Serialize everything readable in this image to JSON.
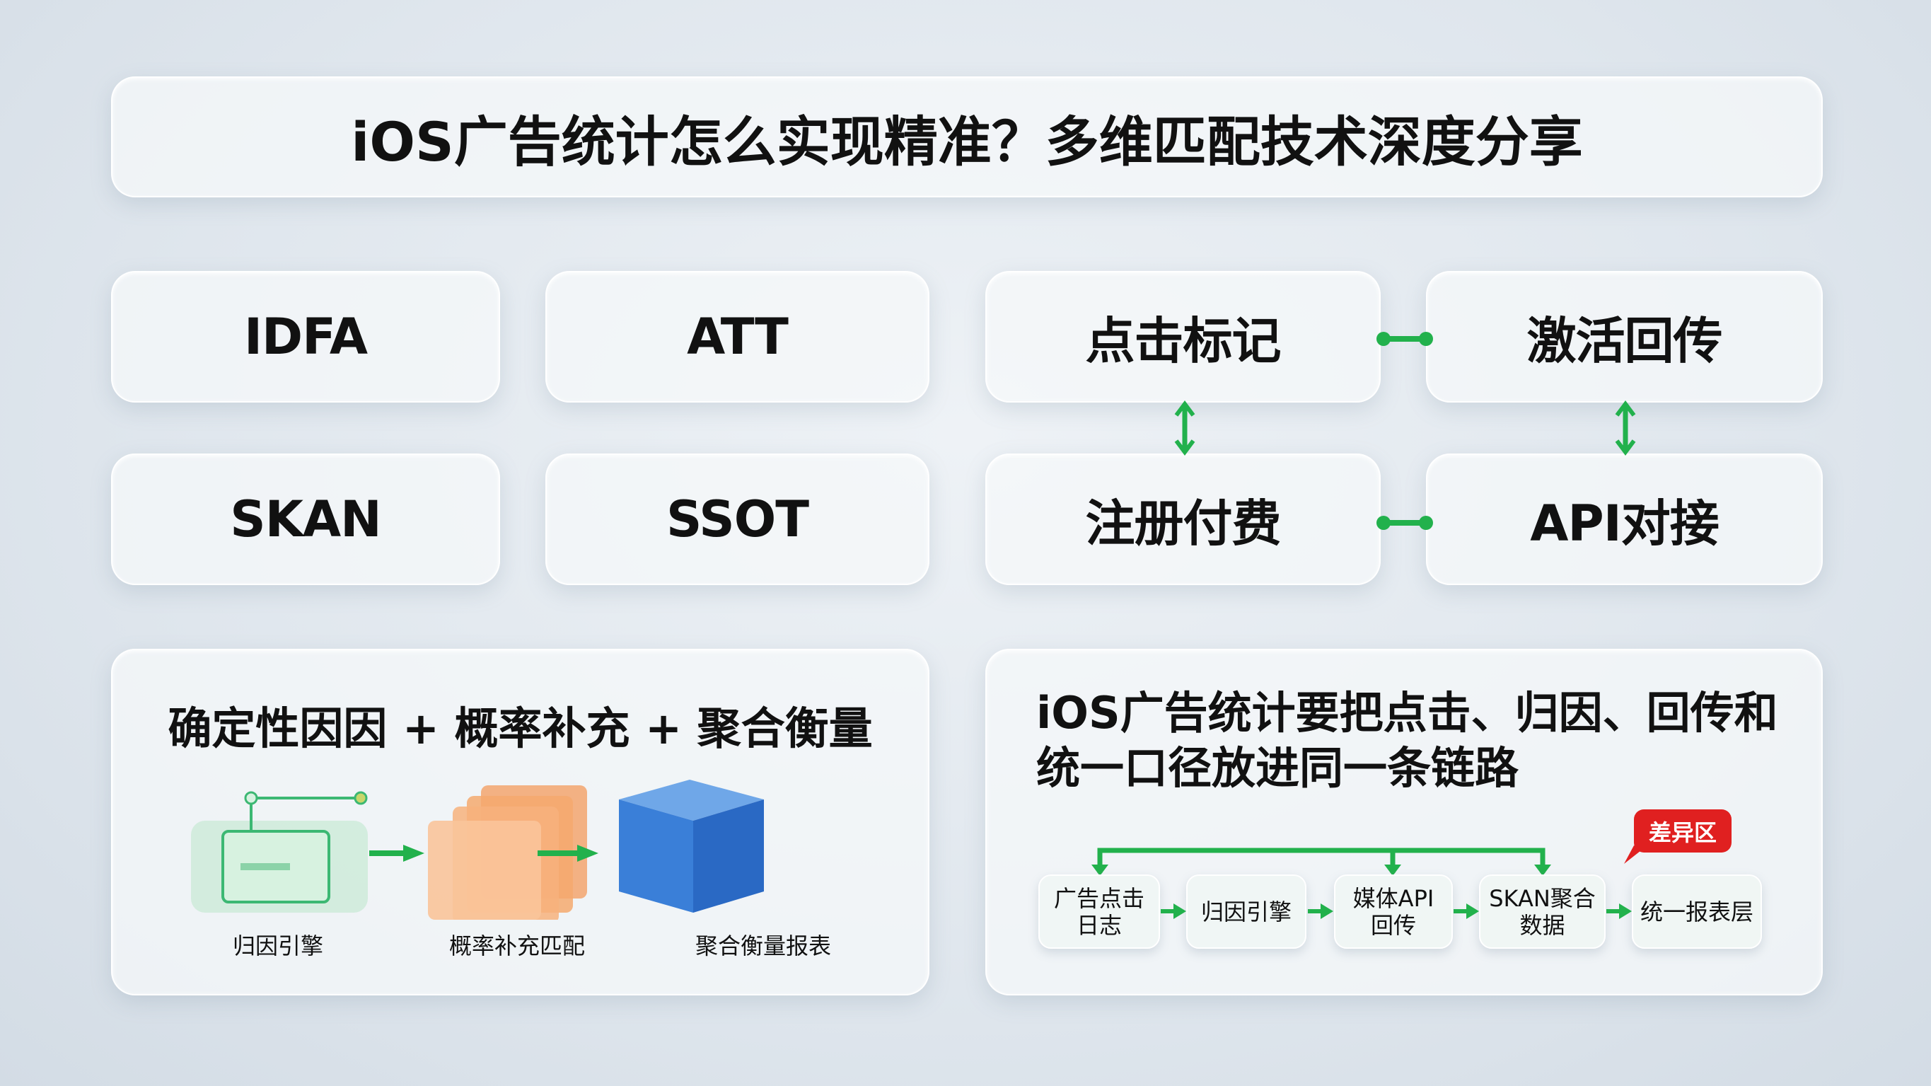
{
  "title": "iOS广告统计怎么实现精准？多维匹配技术深度分享",
  "tags": [
    "IDFA",
    "ATT",
    "SKAN",
    "SSOT"
  ],
  "grid": [
    "点击标记",
    "激活回传",
    "注册付费",
    "API对接"
  ],
  "left_panel": {
    "heading": "确定性因因 + 概率补充 + 聚合衡量",
    "labels": [
      "归因引擎",
      "概率补充匹配",
      "聚合衡量报表"
    ]
  },
  "right_panel": {
    "heading_line1": "iOS广告统计要把点击、归因、回传和",
    "heading_line2": "统一口径放进同一条链路",
    "badge": "差异区",
    "flow": [
      [
        "广告点击",
        "日志"
      ],
      [
        "归因引擎"
      ],
      [
        "媒体API",
        "回传"
      ],
      [
        "SKAN聚合",
        "数据"
      ],
      [
        "统一报表层"
      ]
    ]
  },
  "colors": {
    "accent": "#22b14c",
    "badge": "#e02020",
    "cube": "#3a7fd8",
    "orange": "#f29a55"
  }
}
